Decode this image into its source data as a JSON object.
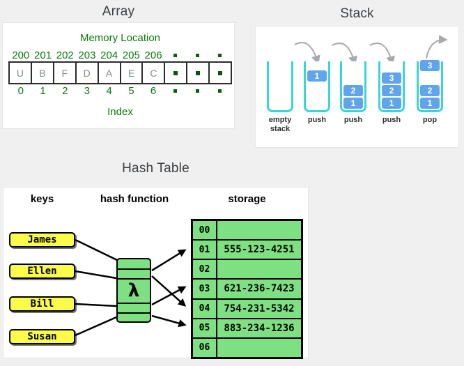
{
  "array": {
    "title": "Array",
    "memory_label": "Memory Location",
    "index_label": "Index",
    "addresses": [
      "200",
      "201",
      "202",
      "203",
      "204",
      "205",
      "206"
    ],
    "values": [
      "U",
      "B",
      "F",
      "D",
      "A",
      "E",
      "C"
    ],
    "indexes": [
      "0",
      "1",
      "2",
      "3",
      "4",
      "5",
      "6"
    ]
  },
  "stack": {
    "title": "Stack",
    "stages": [
      {
        "label": "empty stack",
        "blocks": []
      },
      {
        "label": "push",
        "blocks": [
          "1"
        ]
      },
      {
        "label": "push",
        "blocks": [
          "2",
          "1"
        ]
      },
      {
        "label": "push",
        "blocks": [
          "3",
          "2",
          "1"
        ]
      },
      {
        "label": "pop",
        "blocks": [
          "3",
          "2",
          "1"
        ]
      }
    ]
  },
  "hash_table": {
    "title": "Hash Table",
    "headers": {
      "keys": "keys",
      "hash_function": "hash function",
      "storage": "storage"
    },
    "keys": [
      "James",
      "Ellen",
      "Bill",
      "Susan"
    ],
    "function_symbol": "λ",
    "storage": {
      "rows": [
        {
          "index": "00",
          "value": ""
        },
        {
          "index": "01",
          "value": "555-123-4251"
        },
        {
          "index": "02",
          "value": ""
        },
        {
          "index": "03",
          "value": "621-236-7423"
        },
        {
          "index": "04",
          "value": "754-231-5342"
        },
        {
          "index": "05",
          "value": "883-234-1236"
        },
        {
          "index": "06",
          "value": ""
        }
      ]
    }
  },
  "colors": {
    "background": "#f0f0f1",
    "green_text": "#0a7a0a",
    "stack_container": "#3ad5d7",
    "stack_block": "#60a5ec",
    "key_yellow": "#fbfb49",
    "hash_green": "#7de081",
    "arrow_gray": "#a9a9a9"
  }
}
